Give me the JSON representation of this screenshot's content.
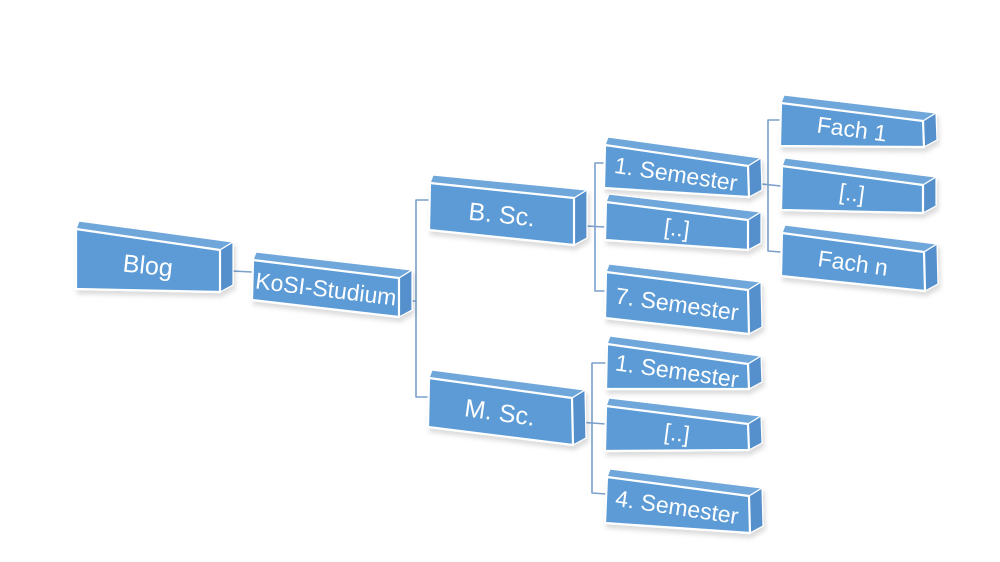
{
  "diagram": {
    "type": "hierarchy",
    "background": "#FFFFFF",
    "colors": {
      "front": "#5B9BD5",
      "top": "#6FA7DB",
      "side": "#5490CC",
      "edge": "#FFFFFF",
      "connector": "#7AA0CB"
    },
    "tree": {
      "label": "Blog",
      "children": [
        {
          "label": "KoSI-Studium",
          "children": [
            {
              "label": "B. Sc.",
              "children": [
                {
                  "label": "1. Semester",
                  "children": [
                    {
                      "label": "Fach 1"
                    },
                    {
                      "label": "[..]"
                    },
                    {
                      "label": "Fach n"
                    }
                  ]
                },
                {
                  "label": "[..]"
                },
                {
                  "label": "7. Semester"
                }
              ]
            },
            {
              "label": "M. Sc.",
              "children": [
                {
                  "label": "1. Semester"
                },
                {
                  "label": "[..]"
                },
                {
                  "label": "4. Semester"
                }
              ]
            }
          ]
        }
      ]
    }
  }
}
